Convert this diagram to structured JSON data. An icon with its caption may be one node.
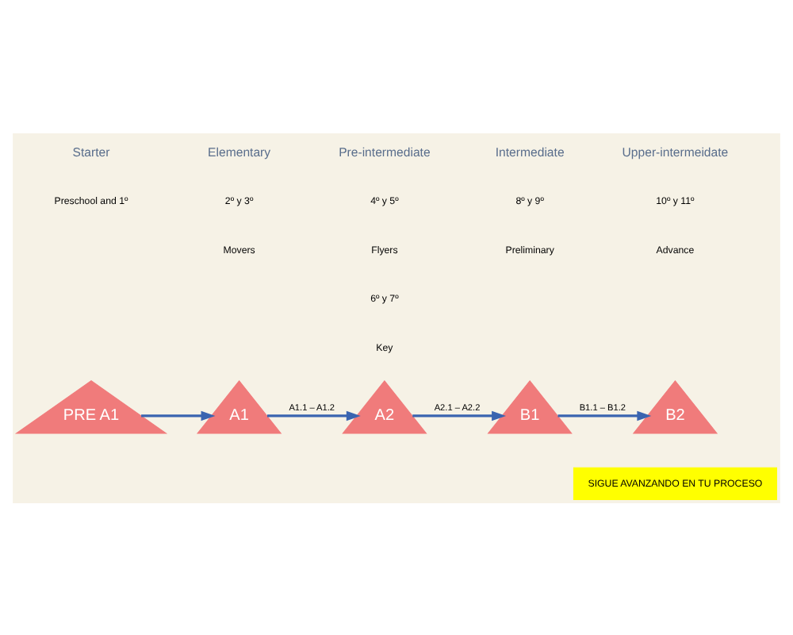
{
  "diagram": {
    "nodes": [
      {
        "text": [
          "PRE A1"
        ]
      },
      {
        "text": [
          "A1"
        ]
      },
      {
        "text": [
          "A2"
        ]
      },
      {
        "text": [
          "B1"
        ]
      },
      {
        "text": [
          "B2"
        ]
      },
      {
        "text": [
          "SIGUE AVANZANDO EN TU PROCESO"
        ]
      }
    ],
    "edges": [
      {
        "from": 0,
        "to": 1,
        "arrow": "to"
      },
      {
        "from": 1,
        "to": 2,
        "arrow": "to",
        "label": "A1.1 – A1.2"
      },
      {
        "from": 2,
        "to": 3,
        "arrow": "to",
        "label": "A2.1 – A2.2"
      },
      {
        "from": 3,
        "to": 4,
        "arrow": "to",
        "label": "B1.1 – B1.2"
      }
    ],
    "labels": [
      "Starter",
      "Elementary",
      "Pre-intermediate",
      "Intermediate",
      "Upper-intermeidate",
      "4º y 5º",
      "Flyers",
      "10º y 11º",
      "Advance",
      "8º y 9º",
      "Preliminary",
      "6º y 7º",
      "Key",
      "2º y 3º",
      "Movers",
      "Preschool and 1º"
    ]
  }
}
